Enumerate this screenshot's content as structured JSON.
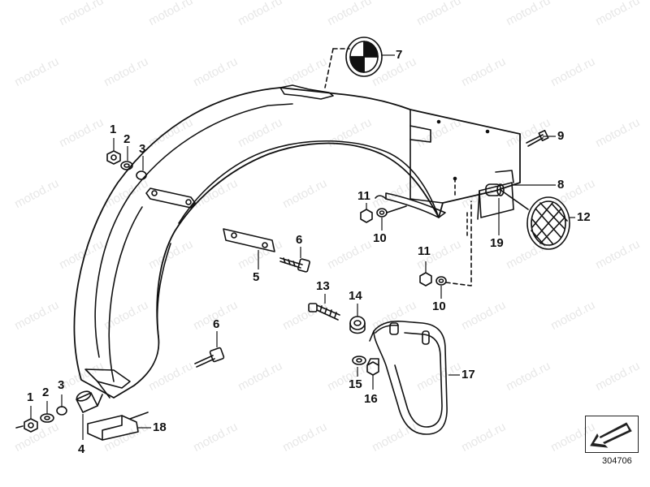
{
  "watermark": "motod.ru",
  "reference_number": "304706",
  "callouts": [
    {
      "id": "c1a",
      "label": "1"
    },
    {
      "id": "c2a",
      "label": "2"
    },
    {
      "id": "c3a",
      "label": "3"
    },
    {
      "id": "c7",
      "label": "7"
    },
    {
      "id": "c9",
      "label": "9"
    },
    {
      "id": "c8",
      "label": "8"
    },
    {
      "id": "c12",
      "label": "12"
    },
    {
      "id": "c19",
      "label": "19"
    },
    {
      "id": "c11a",
      "label": "11"
    },
    {
      "id": "c10a",
      "label": "10"
    },
    {
      "id": "c6a",
      "label": "6"
    },
    {
      "id": "c5",
      "label": "5"
    },
    {
      "id": "c11b",
      "label": "11"
    },
    {
      "id": "c10b",
      "label": "10"
    },
    {
      "id": "c13",
      "label": "13"
    },
    {
      "id": "c14",
      "label": "14"
    },
    {
      "id": "c6b",
      "label": "6"
    },
    {
      "id": "c17",
      "label": "17"
    },
    {
      "id": "c15",
      "label": "15"
    },
    {
      "id": "c16",
      "label": "16"
    },
    {
      "id": "c1b",
      "label": "1"
    },
    {
      "id": "c2b",
      "label": "2"
    },
    {
      "id": "c3b",
      "label": "3"
    },
    {
      "id": "c18",
      "label": "18"
    },
    {
      "id": "c4",
      "label": "4"
    }
  ]
}
